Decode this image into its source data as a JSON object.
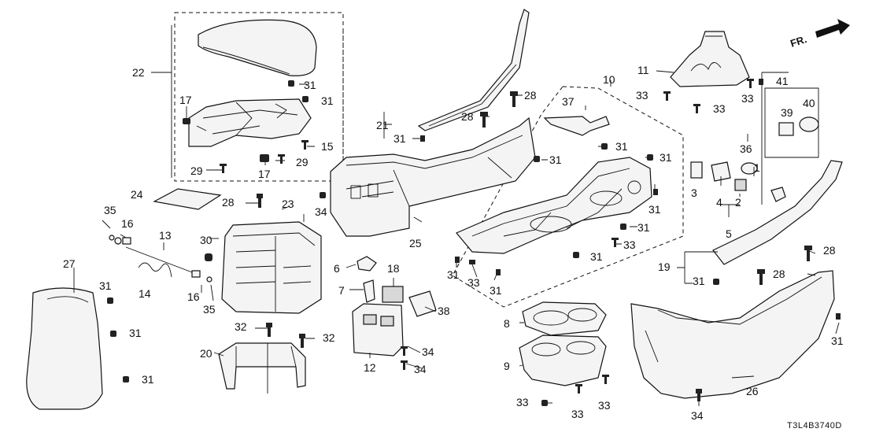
{
  "diagram": {
    "code": "T3L4B3740D",
    "fr_label": "FR.",
    "callouts": {
      "c1": "1",
      "c2": "2",
      "c3": "3",
      "c4": "4",
      "c5": "5",
      "c6": "6",
      "c7": "7",
      "c8": "8",
      "c9": "9",
      "c10": "10",
      "c11": "11",
      "c12": "12",
      "c13": "13",
      "c14": "14",
      "c15": "15",
      "c16": "16",
      "c17": "17",
      "c18": "18",
      "c19": "19",
      "c20": "20",
      "c21": "21",
      "c22": "22",
      "c23": "23",
      "c24": "24",
      "c25": "25",
      "c26": "26",
      "c27": "27",
      "c28": "28",
      "c29": "29",
      "c30": "30",
      "c31": "31",
      "c32": "32",
      "c33": "33",
      "c34": "34",
      "c35": "35",
      "c36": "36",
      "c37": "37",
      "c38": "38",
      "c39": "39",
      "c40": "40",
      "c41": "41"
    }
  }
}
